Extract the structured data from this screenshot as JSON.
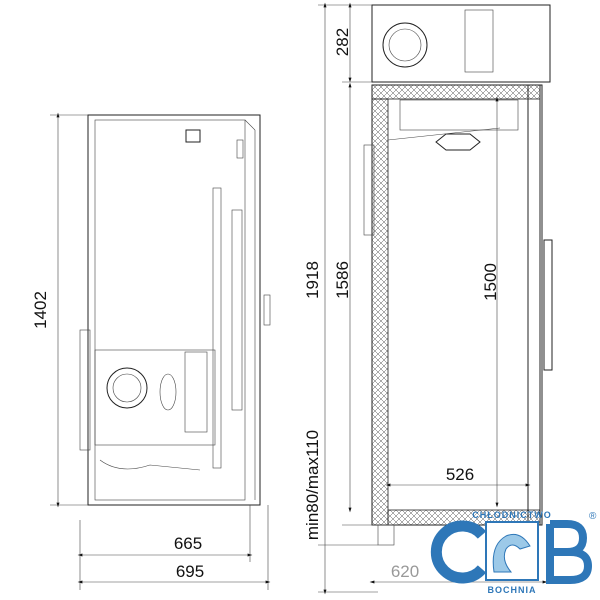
{
  "drawing": {
    "side_view": {
      "height_label": "1402",
      "inner_width_label": "665",
      "outer_width_label": "695"
    },
    "section_view": {
      "total_height_label": "1918",
      "top_unit_height_label": "282",
      "cabinet_height_label": "1586",
      "interior_height_label": "1500",
      "interior_width_label": "526",
      "feet_label": "min80/max110",
      "depth_label": "620"
    }
  },
  "logo": {
    "top_text": "CHŁODNICTWO",
    "bottom_text": "BOCHNIA",
    "letter_left": "C",
    "letter_right": "B",
    "registered": "®",
    "color": "#2e77b8"
  }
}
